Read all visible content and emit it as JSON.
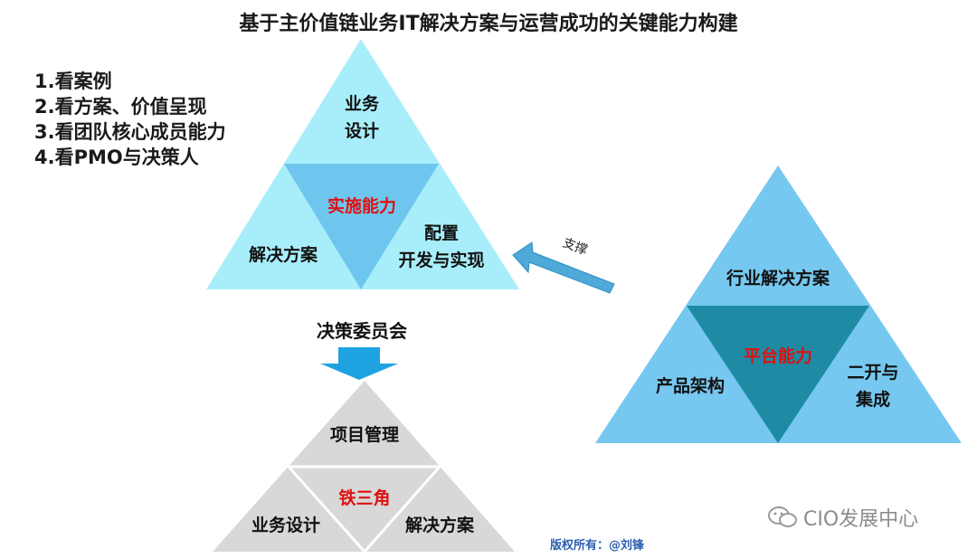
{
  "title": "基于主价值链业务IT解决方案与运营成功的关键能力构建",
  "steps": [
    "1.看案例",
    "2.看方案、价值呈现",
    "3.看团队核心成员能力",
    "4.看PMO与决策人"
  ],
  "top_triangle": {
    "top": [
      "业务",
      "设计"
    ],
    "center": "实施能力",
    "left": "解决方案",
    "right": [
      "配置",
      "开发与实现"
    ]
  },
  "support_label": "支撑",
  "committee_label": "决策委员会",
  "bottom_triangle": {
    "top": "项目管理",
    "center": "铁三角",
    "left": "业务设计",
    "right": "解决方案"
  },
  "right_triangle": {
    "top": "行业解决方案",
    "center": "平台能力",
    "left": "产品架构",
    "right": [
      "二开与",
      "集成"
    ]
  },
  "copyright": "版权所有：@刘锋",
  "watermark": "CIO发展中心",
  "colors": {
    "light_cyan": "#a8eefa",
    "mid_blue": "#6ec6ee",
    "right_light": "#76c8f0",
    "dark_teal": "#1e8aa4",
    "gray": "#d8d8d8",
    "arrow_blue": "#1ea3e0",
    "accent_red": "#e01010"
  }
}
